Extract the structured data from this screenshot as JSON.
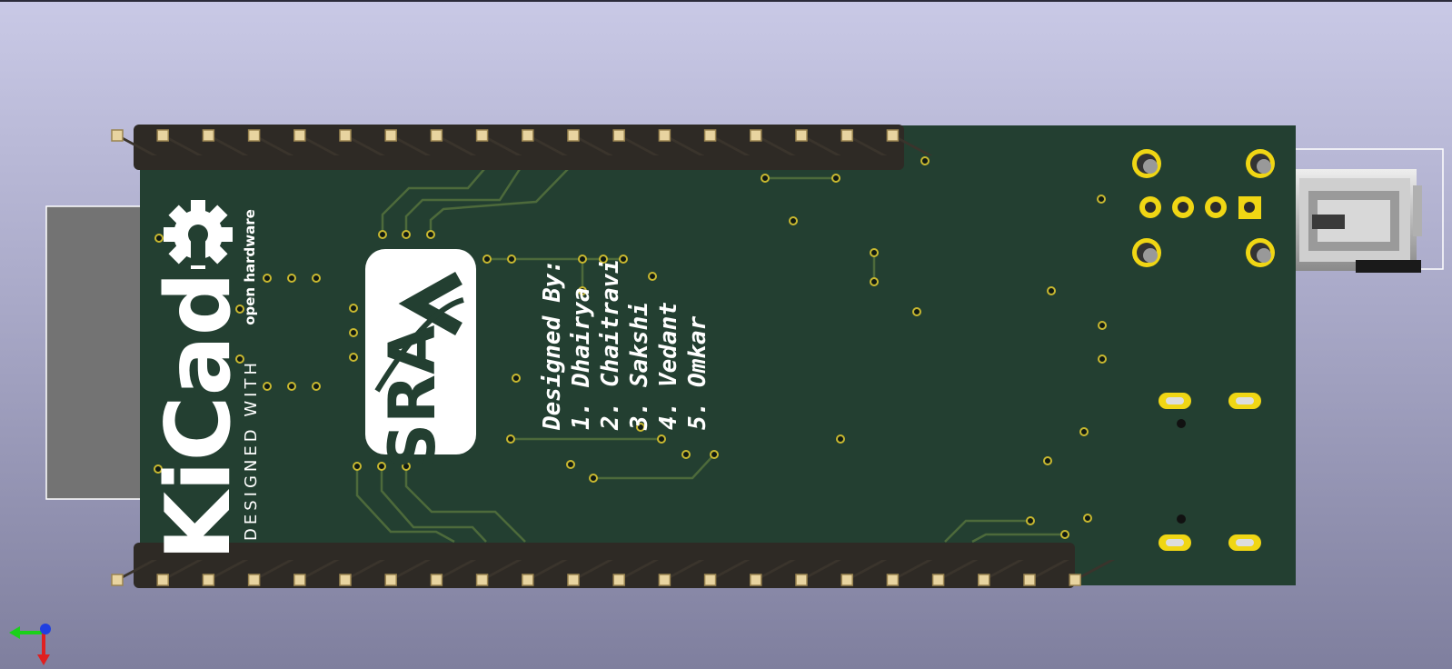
{
  "app": {
    "title": "KiCad 3D Viewer"
  },
  "board": {
    "colors": {
      "soldermask": "#233f31",
      "silkscreen": "#ffffff",
      "copper_pad": "#e0c40e",
      "trace": "#4d6a3b",
      "header_plastic": "#2e2a25",
      "header_pin": "#d9c080",
      "background_top": "#c9c9e6",
      "background_bottom": "#7f7f9e"
    },
    "logo_kicad": {
      "text": "KiCad",
      "subtitle": "DESIGNED WITH"
    },
    "logo_oshw": {
      "text": "open hardware",
      "icon": "gear-icon"
    },
    "logo_sra": {
      "text": "SRA"
    },
    "credits": {
      "heading": "Designed By:",
      "names": [
        "1. Dhairya",
        "2. Chaitravi",
        "3. Sakshi",
        "4. Vedant",
        "5. Omkar"
      ]
    },
    "header_top_pin_count": 18,
    "header_bottom_pin_count": 22
  },
  "axes": {
    "icon": "axis-gizmo-icon",
    "x_color": "#1ad11a",
    "y_color": "#e02020",
    "z_color": "#2040e0"
  }
}
